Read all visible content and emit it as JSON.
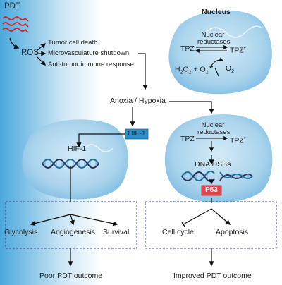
{
  "pdt": "PDT",
  "ros": "ROS",
  "ros_effects": [
    "Tumor cell death",
    "Microvasculature shutdown",
    "Anti-tumor immune response"
  ],
  "anoxia": "Anoxia / Hypoxia",
  "nucleus_title": "Nucleus",
  "top_nucleus": {
    "reductases": [
      "Nuclear",
      "reductases"
    ],
    "tpz": "TPZ",
    "tpz_radical": "TPZ",
    "radical_mark": "•",
    "h2o2": "H",
    "h2o2_tail": "O",
    "o2_minus": "+ O",
    "o2": "O",
    "sub2": "2",
    "superscript": "−•"
  },
  "hif_tag": "HIF-1",
  "hif_inner": "HIF-1",
  "bottom_nucleus": {
    "reductases": [
      "Nuclear",
      "reductases"
    ],
    "tpz": "TPZ",
    "tpz_radical": "TPZ",
    "radical_mark": "•",
    "dna_dsbs": "DNA DSBs"
  },
  "p53": "P53",
  "left_outcomes": [
    "Glycolysis",
    "Angiogenesis",
    "Survival"
  ],
  "right_outcomes": [
    "Cell cycle",
    "Apoptosis"
  ],
  "poor": "Poor PDT outcome",
  "improved": "Improved PDT outcome",
  "colors": {
    "cell": "#a9d3ec",
    "hif_tag": "#2f8fc9",
    "p53": "#e5434b",
    "laser": "#d0242a",
    "box": "#3d4a8f"
  }
}
